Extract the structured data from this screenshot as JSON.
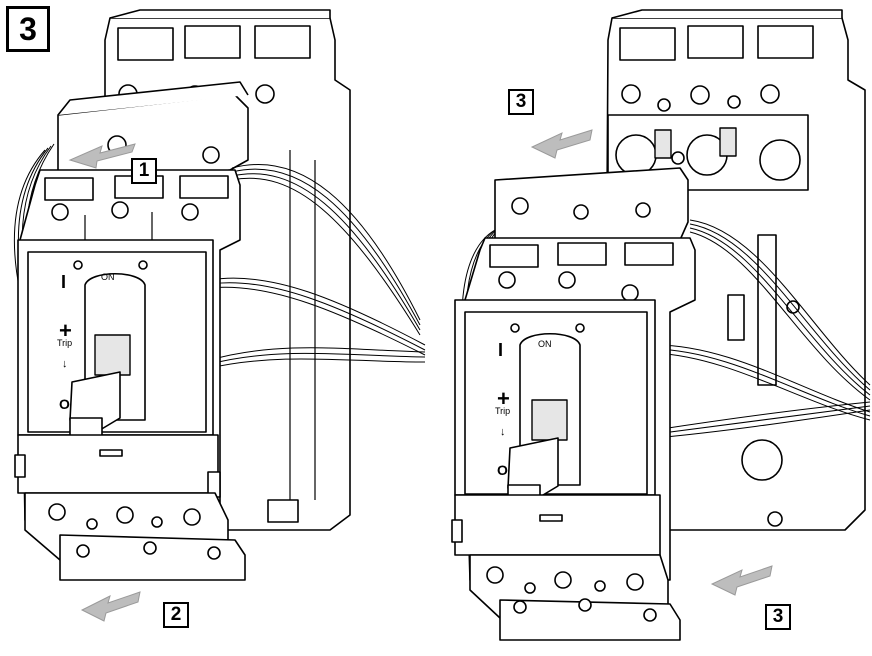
{
  "figure_step": "3",
  "callouts": [
    {
      "id": "1",
      "text": "1"
    },
    {
      "id": "2",
      "text": "2"
    },
    {
      "id": "3a",
      "text": "3"
    },
    {
      "id": "3b",
      "text": "3"
    }
  ],
  "breaker_markings": {
    "on": "ON",
    "i_symbol": "I",
    "trip_symbol": "+",
    "trip_text": "Trip",
    "down_arrow": "↓",
    "o_symbol": "O"
  },
  "colors": {
    "line": "#000000",
    "arrow_fill": "#bdbdbd",
    "shade": "#e6e6e6"
  }
}
